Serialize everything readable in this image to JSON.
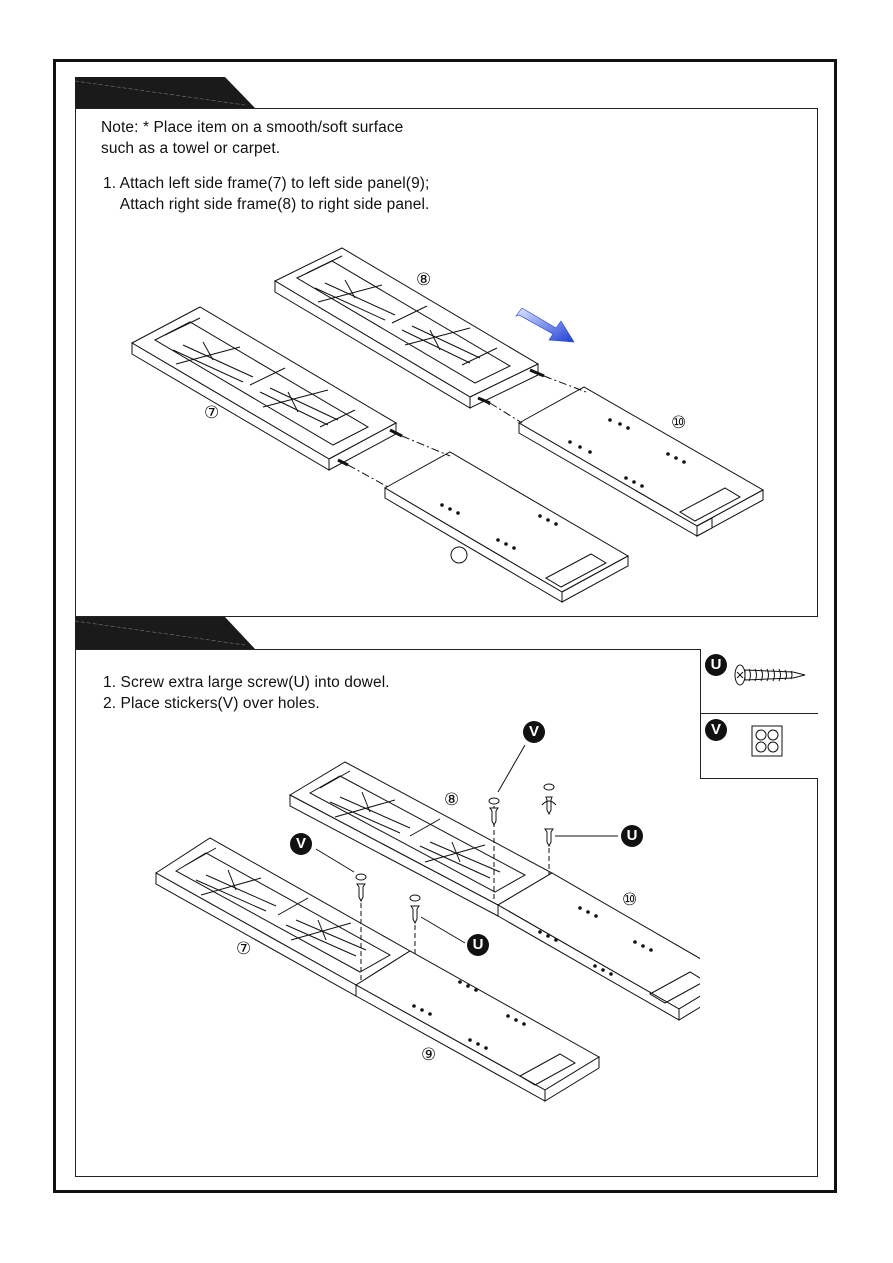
{
  "step1": {
    "note_line1": "Note: * Place item on a smooth/soft surface",
    "note_line2": "such as a towel or carpet.",
    "instr_line1": "1. Attach left side frame(7) to left side panel(9);",
    "instr_line2": "    Attach right side frame(8) to right side panel.",
    "labels": {
      "frame_right": "⑧",
      "frame_left": "⑦",
      "panel_right": "⑩"
    }
  },
  "step2": {
    "instr_line1": "1. Screw extra large screw(U) into dowel.",
    "instr_line2": "2. Place stickers(V) over holes.",
    "labels": {
      "frame_right": "⑧",
      "frame_left": "⑦",
      "panel_right": "⑩",
      "panel_left": "⑨"
    },
    "callouts": {
      "u": "U",
      "v": "V"
    }
  },
  "legend": {
    "items": [
      {
        "letter": "U",
        "icon": "screw-icon"
      },
      {
        "letter": "V",
        "icon": "sticker-sheet-icon"
      }
    ]
  },
  "colors": {
    "arrow_start": "#d8e4ff",
    "arrow_end": "#1f3fd6",
    "ink": "#111111"
  }
}
